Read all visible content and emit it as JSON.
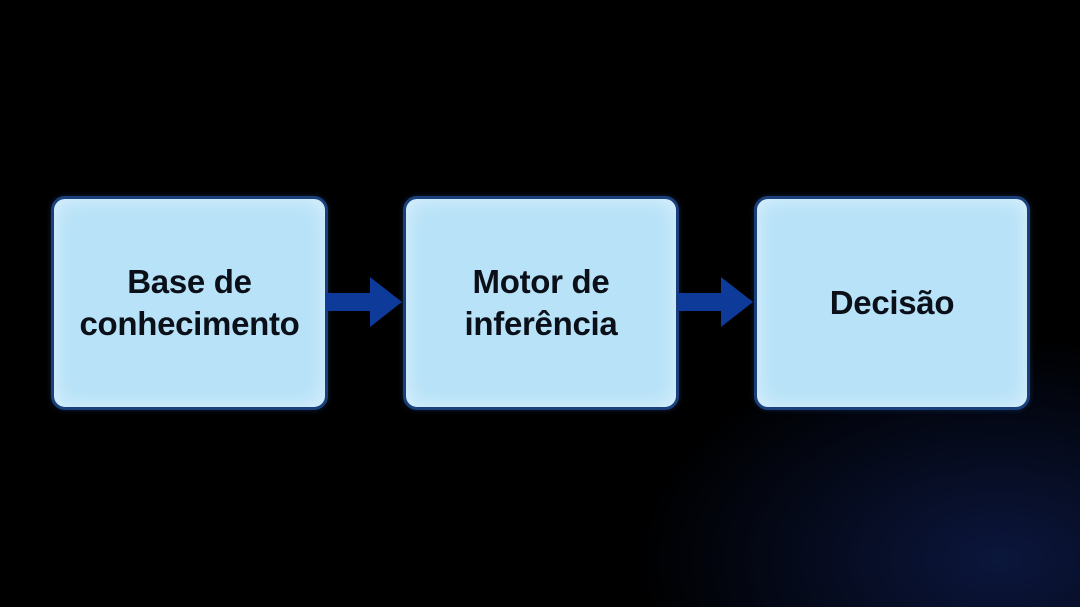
{
  "diagram": {
    "nodes": [
      {
        "id": "base-de-conhecimento",
        "label": "Base de\nconhecimento"
      },
      {
        "id": "motor-de-inferencia",
        "label": "Motor de\ninferência"
      },
      {
        "id": "decisao",
        "label": "Decisão"
      }
    ],
    "edges": [
      {
        "from": "base-de-conhecimento",
        "to": "motor-de-inferencia"
      },
      {
        "from": "motor-de-inferencia",
        "to": "decisao"
      }
    ]
  },
  "colors": {
    "background": "#000000",
    "box_fill": "#b7e2f8",
    "box_border": "#1b3f7a",
    "arrow": "#0e3a9a",
    "text": "#0b0f18"
  }
}
